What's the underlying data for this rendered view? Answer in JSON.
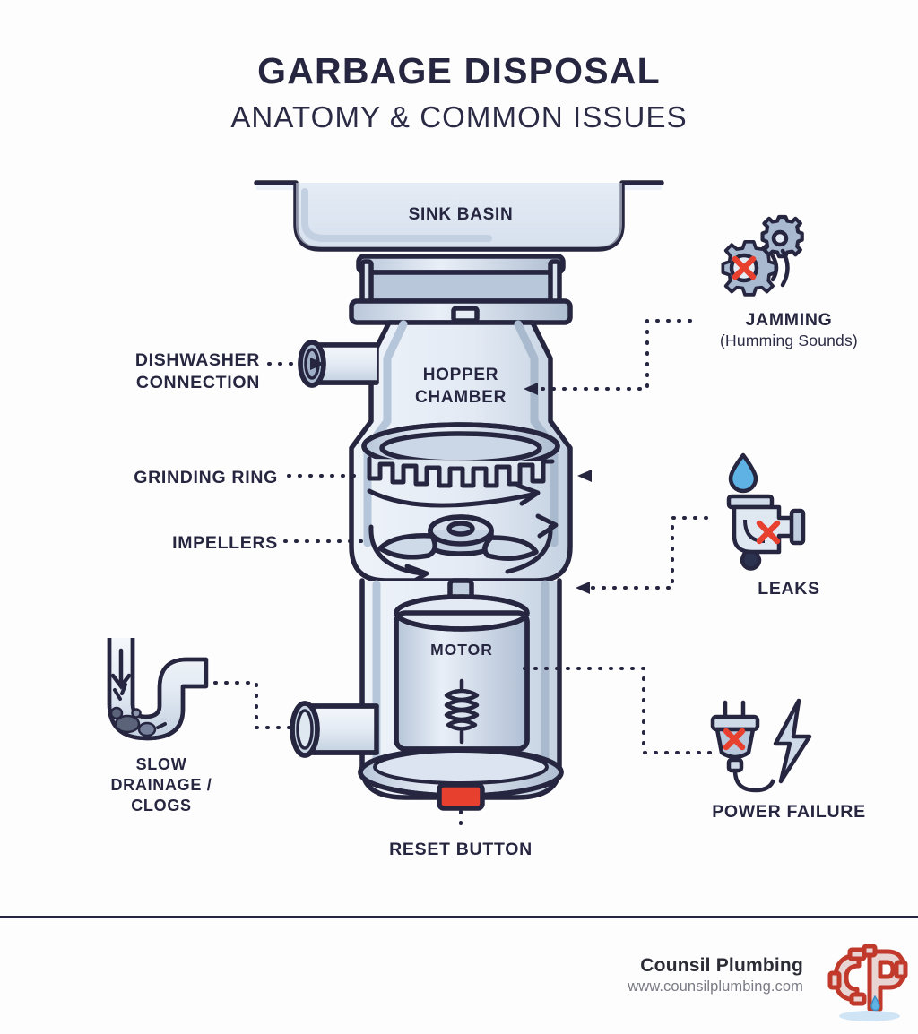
{
  "page": {
    "title": "GARBAGE DISPOSAL",
    "subtitle": "ANATOMY & COMMON ISSUES",
    "background_color": "#fdfdfd",
    "outline_color": "#262640",
    "fill_light": "#e8eef6",
    "fill_mid": "#c6d2e2",
    "fill_dark": "#aebdd1",
    "accent_red": "#e8402f",
    "accent_blue": "#5eb3e4"
  },
  "diagram": {
    "inner_labels": [
      {
        "id": "sink-basin",
        "text": "SINK BASIN"
      },
      {
        "id": "hopper-chamber",
        "line1": "HOPPER",
        "line2": "CHAMBER"
      },
      {
        "id": "motor",
        "text": "MOTOR"
      }
    ],
    "part_labels": [
      {
        "id": "dishwasher-connection",
        "line1": "DISHWASHER",
        "line2": "CONNECTION",
        "side": "left"
      },
      {
        "id": "grinding-ring",
        "text": "GRINDING RING",
        "side": "left"
      },
      {
        "id": "impellers",
        "text": "IMPELLERS",
        "side": "left"
      },
      {
        "id": "reset-button",
        "text": "RESET BUTTON",
        "side": "bottom"
      }
    ],
    "issue_labels": [
      {
        "id": "jamming",
        "title": "JAMMING",
        "subtitle": "(Humming Sounds)",
        "icon": "gears-error-icon",
        "side": "right"
      },
      {
        "id": "leaks",
        "title": "LEAKS",
        "subtitle": "",
        "icon": "pipe-leak-icon",
        "side": "right"
      },
      {
        "id": "power-failure",
        "title": "POWER FAILURE",
        "subtitle": "",
        "icon": "plug-error-icon",
        "side": "right"
      },
      {
        "id": "slow-drainage",
        "line1": "SLOW",
        "line2": "DRAINAGE /",
        "line3": "CLOGS",
        "icon": "clogged-trap-icon",
        "side": "left"
      }
    ]
  },
  "footer": {
    "brand": "Counsil Plumbing",
    "url": "www.counsilplumbing.com",
    "logo": "cp-pipe-logo"
  }
}
